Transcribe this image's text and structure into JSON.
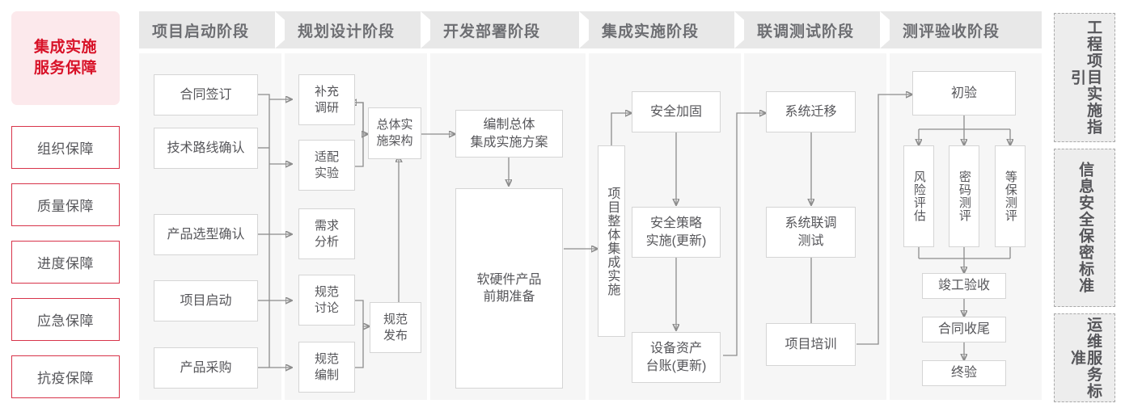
{
  "left_rail": {
    "hero": {
      "line1": "集成实施",
      "line2": "服务保障",
      "color": "#d81228",
      "bg": "#fce9ec"
    },
    "items": [
      {
        "label": "组织保障"
      },
      {
        "label": "质量保障"
      },
      {
        "label": "进度保障"
      },
      {
        "label": "应急保障"
      },
      {
        "label": "抗疫保障"
      }
    ]
  },
  "phases": [
    {
      "title": "项目启动阶段"
    },
    {
      "title": "规划设计阶段"
    },
    {
      "title": "开发部署阶段"
    },
    {
      "title": "集成实施阶段"
    },
    {
      "title": "联调测试阶段"
    },
    {
      "title": "测评验收阶段"
    }
  ],
  "nodes": {
    "p1": [
      {
        "label": "合同签订"
      },
      {
        "label": "技术路线确认"
      },
      {
        "label": "产品选型确认"
      },
      {
        "label": "项目启动"
      },
      {
        "label": "产品采购"
      }
    ],
    "p2": [
      {
        "label": "补充\n调研"
      },
      {
        "label": "适配\n实验"
      },
      {
        "label": "需求\n分析"
      },
      {
        "label": "规范\n讨论"
      },
      {
        "label": "规范\n编制"
      },
      {
        "label": "总体实\n施架构"
      },
      {
        "label": "规范\n发布"
      }
    ],
    "p3": [
      {
        "label": "编制总体\n集成实施方案"
      },
      {
        "label": "软硬件产品\n前期准备"
      }
    ],
    "p4": [
      {
        "label": "项目整体集成实施"
      },
      {
        "label": "安全加固"
      },
      {
        "label": "安全策略\n实施(更新)"
      },
      {
        "label": "设备资产\n台账(更新)"
      }
    ],
    "p5": [
      {
        "label": "系统迁移"
      },
      {
        "label": "系统联调\n测试"
      },
      {
        "label": "项目培训"
      }
    ],
    "p6": [
      {
        "label": "初验"
      },
      {
        "label": "风险评估"
      },
      {
        "label": "密码测评"
      },
      {
        "label": "等保测评"
      },
      {
        "label": "竣工验收"
      },
      {
        "label": "合同收尾"
      },
      {
        "label": "终验"
      }
    ]
  },
  "standards": [
    {
      "label": "工程项目实施指引"
    },
    {
      "label": "信息安全保密标准"
    },
    {
      "label": "运维服务标准"
    }
  ]
}
